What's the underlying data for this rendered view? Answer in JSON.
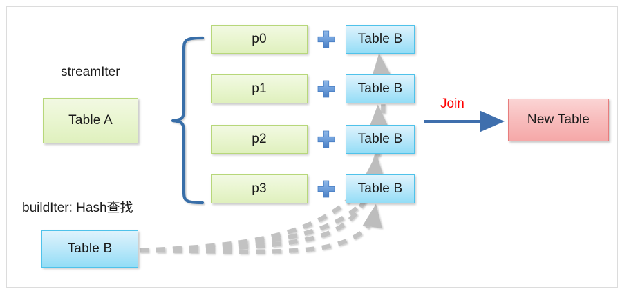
{
  "diagram": {
    "title": "Hash Join partition diagram",
    "colors": {
      "green_fill": "#dff0bd",
      "green_border": "#b7d77a",
      "blue_fill": "#93ddf6",
      "blue_border": "#4fc2ea",
      "red_fill": "#f5a8a8",
      "red_border": "#e77d7d",
      "brace": "#376ea8",
      "arrow_blue": "#3f6fad",
      "join_text": "#ff0000",
      "dashed_gray": "#bfbfbf",
      "frame_border": "#dcdcdc",
      "background": "#ffffff"
    },
    "labels": {
      "stream_iter": "streamIter",
      "build_iter": "buildIter: Hash查找",
      "join": "Join"
    },
    "source_table": {
      "label": "Table A"
    },
    "build_table": {
      "label": "Table B"
    },
    "result_table": {
      "label": "New Table"
    },
    "partitions": [
      {
        "partition": "p0",
        "probe": "Table B",
        "operator": "plus-icon"
      },
      {
        "partition": "p1",
        "probe": "Table B",
        "operator": "plus-icon"
      },
      {
        "partition": "p2",
        "probe": "Table B",
        "operator": "plus-icon"
      },
      {
        "partition": "p3",
        "probe": "Table B",
        "operator": "plus-icon"
      }
    ]
  }
}
